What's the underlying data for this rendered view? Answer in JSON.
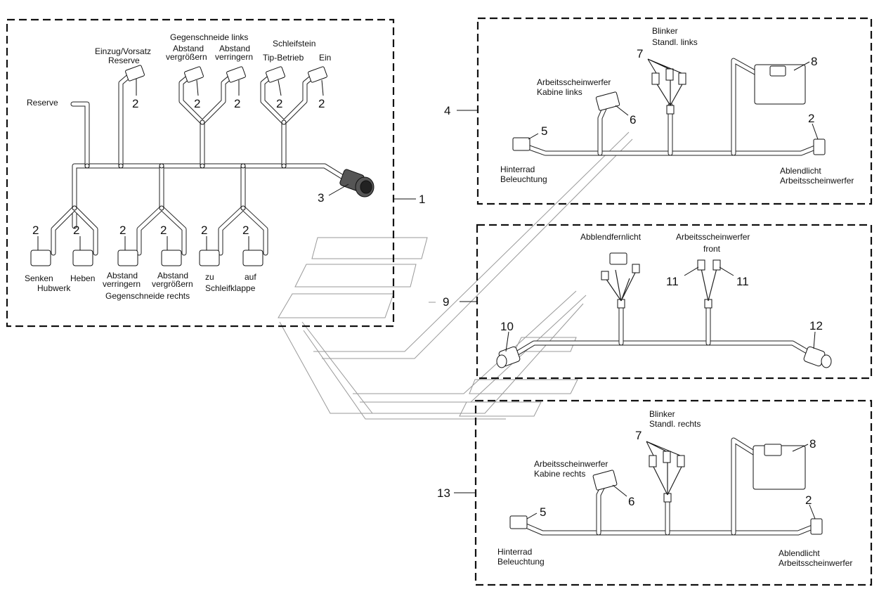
{
  "group1": {
    "labels": {
      "reserve": "Reserve",
      "einzug_line1": "Einzug/Vorsatz",
      "einzug_line2": "Reserve",
      "gegen_links": "Gegenschneide links",
      "abstand_vergr_1": "Abstand",
      "abstand_vergr_2": "vergrößern",
      "abstand_verr_1": "Abstand",
      "abstand_verr_2": "verringern",
      "schleifstein": "Schleifstein",
      "tip_betrieb": "Tip-Betrieb",
      "ein": "Ein",
      "senken": "Senken",
      "heben": "Heben",
      "hubwerk": "Hubwerk",
      "abstand_verr_b1": "Abstand",
      "abstand_verr_b2": "verringern",
      "abstand_vergr_b1": "Abstand",
      "abstand_vergr_b2": "vergrößern",
      "gegen_rechts": "Gegenschneide rechts",
      "zu": "zu",
      "auf": "auf",
      "schleifklappe": "Schleifklappe"
    },
    "callouts": {
      "c2": "2",
      "c3": "3",
      "c1": "1"
    }
  },
  "group4": {
    "labels": {
      "blinker": "Blinker",
      "standl": "Standl. links",
      "arbeits": "Arbeitsscheinwerfer",
      "kabine": "Kabine links",
      "hinterrad": "Hinterrad",
      "beleuchtung": "Beleuchtung",
      "ablend": "Ablendlicht",
      "arbeits2": "Arbeitsscheinwerfer"
    },
    "callouts": {
      "c4": "4",
      "c5": "5",
      "c6": "6",
      "c7": "7",
      "c8": "8",
      "c2": "2"
    }
  },
  "group9": {
    "labels": {
      "abblend": "Abblendfernlicht",
      "arbeits": "Arbeitsscheinwerfer",
      "front": "front"
    },
    "callouts": {
      "c9": "9",
      "c10": "10",
      "c11": "11",
      "c12": "12"
    }
  },
  "group13": {
    "labels": {
      "blinker": "Blinker",
      "standl": "Standl. rechts",
      "arbeits": "Arbeitsscheinwerfer",
      "kabine": "Kabine rechts",
      "hinterrad": "Hinterrad",
      "beleuchtung": "Beleuchtung",
      "ablend": "Ablendlicht",
      "arbeits2": "Arbeitsscheinwerfer"
    },
    "callouts": {
      "c13": "13",
      "c5": "5",
      "c6": "6",
      "c7": "7",
      "c8": "8",
      "c2": "2"
    }
  }
}
